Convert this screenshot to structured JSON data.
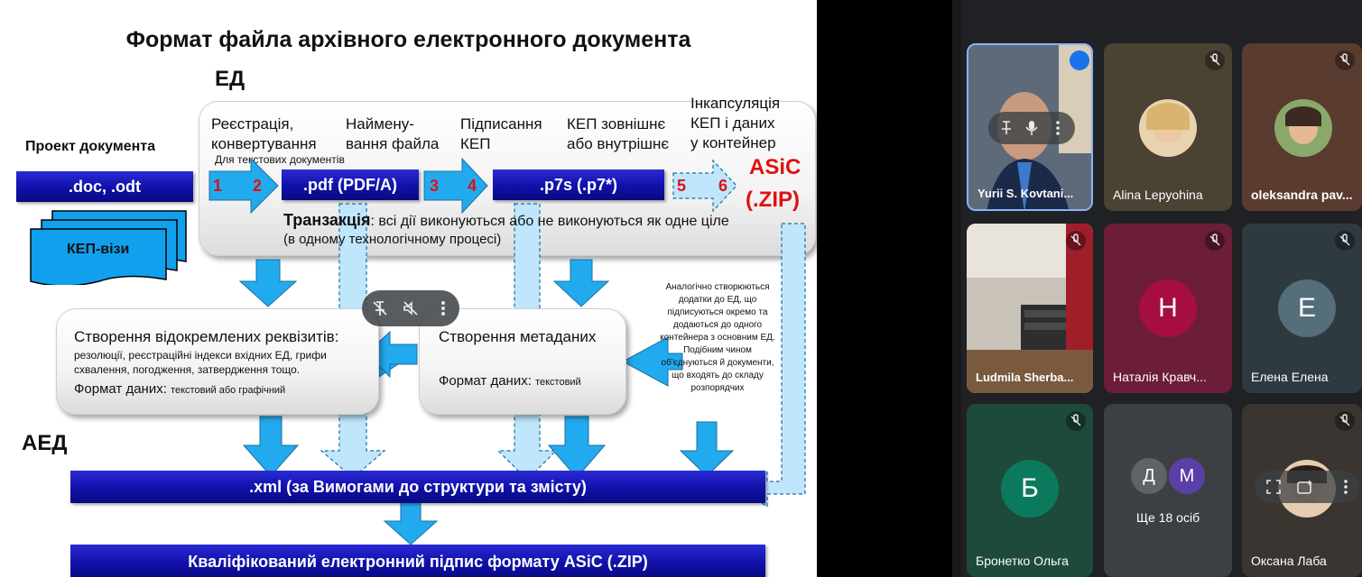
{
  "slide": {
    "title": "Формат файла архівного електронного документа",
    "ed_label": "ЕД",
    "aed_label": "АЕД",
    "project_label": "Проект документа",
    "doc_bar": ".doc, .odt",
    "kep_vizy": "КЕП-візи",
    "step_headers": {
      "registration": "Реєстрація,",
      "registration2": "конвертування",
      "naming": "Наймену-",
      "naming2": "вання файла",
      "signing": "Підписання",
      "signing2": "КЕП",
      "kep_type": "КЕП зовнішнє",
      "kep_type2": "або внутрішнє",
      "encaps": "Інкапсуляція",
      "encaps2": "КЕП і даних",
      "encaps3": "у контейнер"
    },
    "for_text_docs": "Для текстових документів",
    "pdf_bar": ".pdf (PDF/A)",
    "p7s_bar": ".p7s (.p7*)",
    "asic": "ASiC",
    "zip": "(.ZIP)",
    "nums": [
      "1",
      "2",
      "3",
      "4",
      "5",
      "6"
    ],
    "transaction_bold": "Транзакція",
    "transaction_rest": ": всі дії виконуються або не виконуються як одне ціле",
    "transaction_line2": "(в одному технологічному процесі)",
    "requisites_title": "Створення відокремлених реквізитів:",
    "requisites_small": "резолюції, реєстраційні індекси вхідних ЕД, грифи схвалення, погодження, затвердження тощо.",
    "requisites_format": "Формат даних:",
    "requisites_format_val": "текстовий або графічний",
    "metadata_title": "Створення метаданих",
    "metadata_format": "Формат даних:",
    "metadata_format_val": "текстовий",
    "side_note": "Аналогічно створюються додатки до ЕД, що підписуються окремо та додаються до одного контейнера з основним ЕД. Подібним чином об'єднуються й документи, що входять до складу розпорядчих",
    "xml_bar": ".xml (за Вимогами до структури та змісту)",
    "kep_bar": "Кваліфікований електронний підпис формату ASiC (.ZIP)"
  },
  "participants": [
    {
      "name": "Yurii S. Kovtani...",
      "kind": "video-man"
    },
    {
      "name": "Alina Lepyohina",
      "kind": "photo"
    },
    {
      "name": "oleksandra pav...",
      "kind": "photo"
    },
    {
      "name": "Ludmila Sherba...",
      "kind": "video-office"
    },
    {
      "name": "Наталія Кравч...",
      "letter": "Н",
      "color": "#a50e3f"
    },
    {
      "name": "Елена Елена",
      "letter": "Е",
      "color": "#546e7a"
    },
    {
      "name": "Бронетко Ольга",
      "letter": "Б",
      "color": "#0b7a5c"
    },
    {
      "name": "Ще 18 осіб",
      "letters": [
        "Д",
        "М"
      ]
    },
    {
      "name": "Оксана Лаба",
      "kind": "photo"
    }
  ],
  "colors": {
    "bar_blue": "#1010a8",
    "arrow_blue": "#22aaee",
    "tile_bg": "#3c4043",
    "accent_red": "#e01010"
  }
}
